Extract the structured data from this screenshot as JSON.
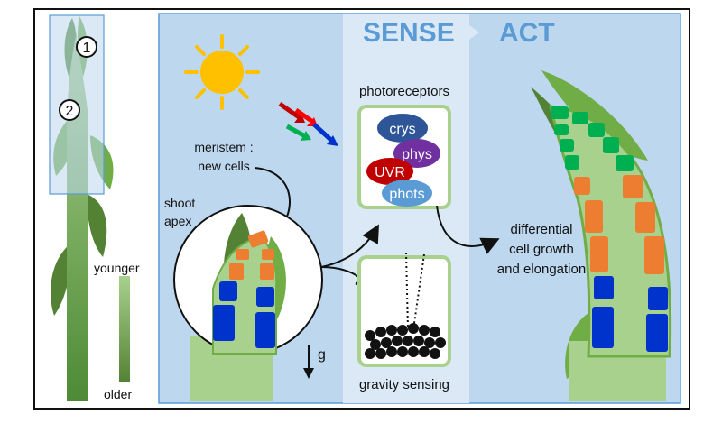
{
  "header": {
    "sense": "SENSE",
    "act": "ACT"
  },
  "markers": {
    "one": "1",
    "two": "2"
  },
  "gradient": {
    "younger": "younger",
    "older": "older"
  },
  "labels": {
    "meristem_line1": "meristem :",
    "meristem_line2": "new cells",
    "shoot_line1": "shoot",
    "shoot_line2": "apex",
    "photoreceptors": "photoreceptors",
    "gravity_sensing": "gravity sensing",
    "gravity_symbol": "g",
    "differential_line1": "differential",
    "differential_line2": "cell growth",
    "differential_line3": "and elongation"
  },
  "photoreceptor_types": [
    "crys",
    "phys",
    "UVR",
    "phots"
  ],
  "colors": {
    "panel_bg": "#bdd7ee",
    "sense_column": "#dbe9f7",
    "stem_light": "#a9d18e",
    "stem_dark": "#548235",
    "leaf": "#70ad47",
    "leaf_dark": "#4e8a35",
    "cell_orange": "#ed7d31",
    "cell_blue": "#0033cc",
    "cell_green": "#00b050",
    "crys": "#2e5597",
    "phys": "#7030a0",
    "uvr": "#c00000",
    "phots": "#5b9bd5",
    "sun": "#ffc000",
    "header_text": "#5b9bd5"
  },
  "icons": [
    "sun-icon",
    "light-rays-icon",
    "gravity-arrow-icon",
    "statolith-icon"
  ]
}
